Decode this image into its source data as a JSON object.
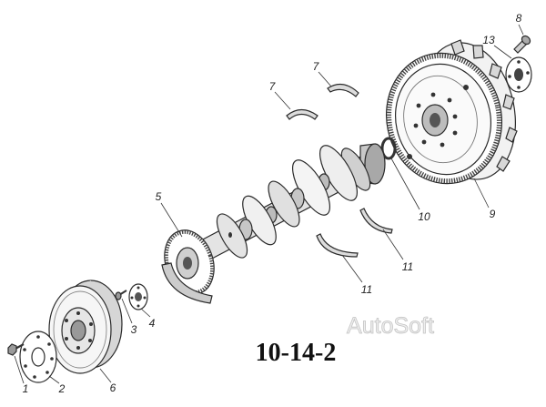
{
  "figure": {
    "code": "10-14-2",
    "watermark": "AutoSoft"
  },
  "callouts": {
    "c1": "1",
    "c2": "2",
    "c3": "3",
    "c4": "4",
    "c5": "5",
    "c6": "6",
    "c7a": "7",
    "c7b": "7",
    "c8": "8",
    "c9": "9",
    "c10": "10",
    "c11a": "11",
    "c11b": "11",
    "c13": "13"
  }
}
